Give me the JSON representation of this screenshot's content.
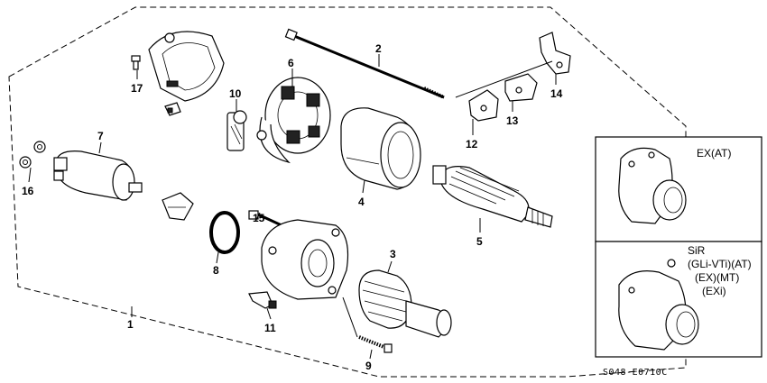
{
  "callouts": {
    "c1": "1",
    "c2": "2",
    "c3": "3",
    "c4": "4",
    "c5": "5",
    "c6": "6",
    "c7": "7",
    "c8": "8",
    "c9": "9",
    "c10": "10",
    "c11": "11",
    "c12": "12",
    "c13": "13",
    "c14": "14",
    "c15": "15",
    "c16": "16",
    "c17": "17"
  },
  "inset_top": {
    "label": "EX(AT)"
  },
  "inset_bottom": {
    "line1": "SiR",
    "line2": "(GLi-VTi)(AT)",
    "line3": "(EX)(MT)",
    "line4": "(EXi)"
  },
  "diagram_code": "S048-E0710C"
}
